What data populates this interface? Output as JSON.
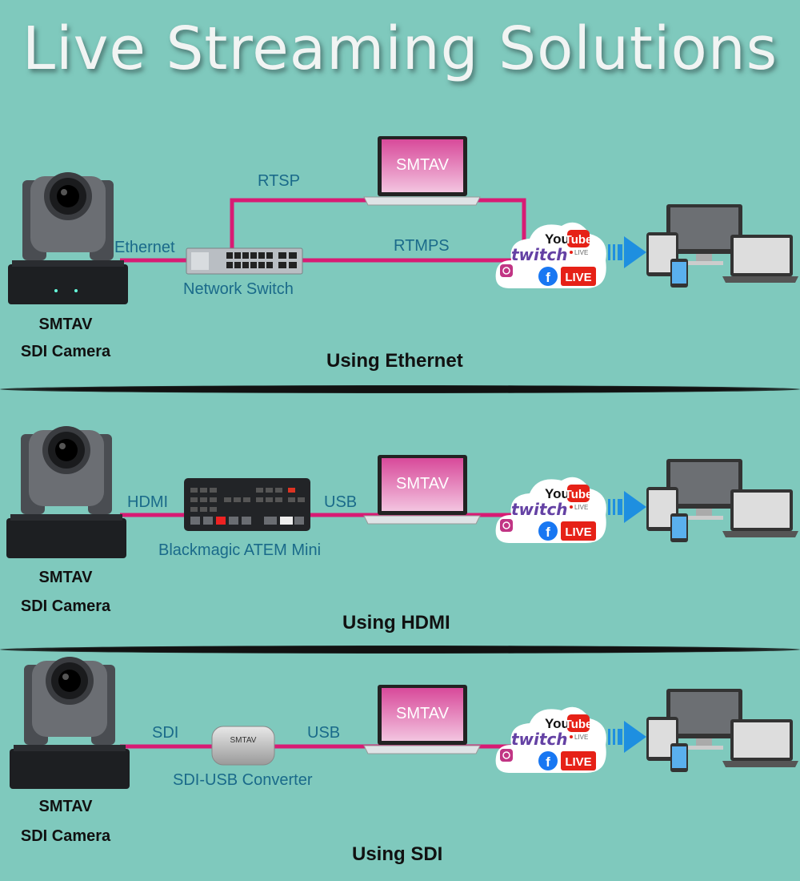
{
  "title": "Live Streaming Solutions",
  "brand": "SMTAV",
  "camera": {
    "brand": "SMTAV",
    "model": "SDI Camera"
  },
  "cloud": {
    "youtube_you": "You",
    "youtube_tube": "Tube",
    "twitch": "twitch",
    "live": "LIVE",
    "small_live": "LIVE"
  },
  "sections": [
    {
      "caption": "Using Ethernet",
      "link_left": "Ethernet",
      "device": "Network Switch",
      "link_top": "RTSP",
      "link_mid": "RTMPS"
    },
    {
      "caption": "Using HDMI",
      "link_left": "HDMI",
      "device": "Blackmagic ATEM Mini",
      "link_right": "USB"
    },
    {
      "caption": "Using SDI",
      "link_left": "SDI",
      "device": "SDI-USB Converter",
      "device_text": "SMTAV",
      "link_right": "USB"
    }
  ],
  "colors": {
    "background": "#7fc9bd",
    "line": "#d81b74",
    "label": "#1a6a8a",
    "arrow": "#1e8fe0"
  }
}
